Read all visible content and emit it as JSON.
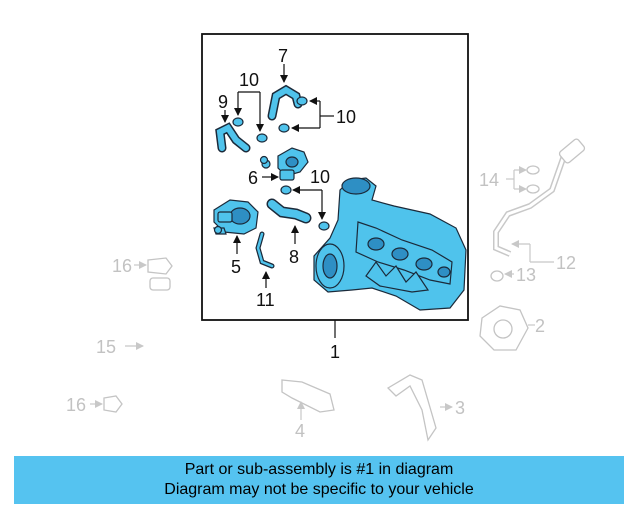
{
  "colors": {
    "accent": "#55c3f0",
    "part_fill": "#4fc3ec",
    "line_dark": "#111111",
    "line_light": "#c8c8c8"
  },
  "callouts": {
    "c1": "1",
    "c2": "2",
    "c3": "3",
    "c4": "4",
    "c5": "5",
    "c6": "6",
    "c7": "7",
    "c8": "8",
    "c9": "9",
    "c10a": "10",
    "c10b": "10",
    "c10c": "10",
    "c11": "11",
    "c12": "12",
    "c13": "13",
    "c14": "14",
    "c15": "15",
    "c16a": "16",
    "c16b": "16"
  },
  "banner": {
    "line1": "Part or sub-assembly is #1 in diagram",
    "line2": "Diagram may not be specific to your vehicle"
  }
}
